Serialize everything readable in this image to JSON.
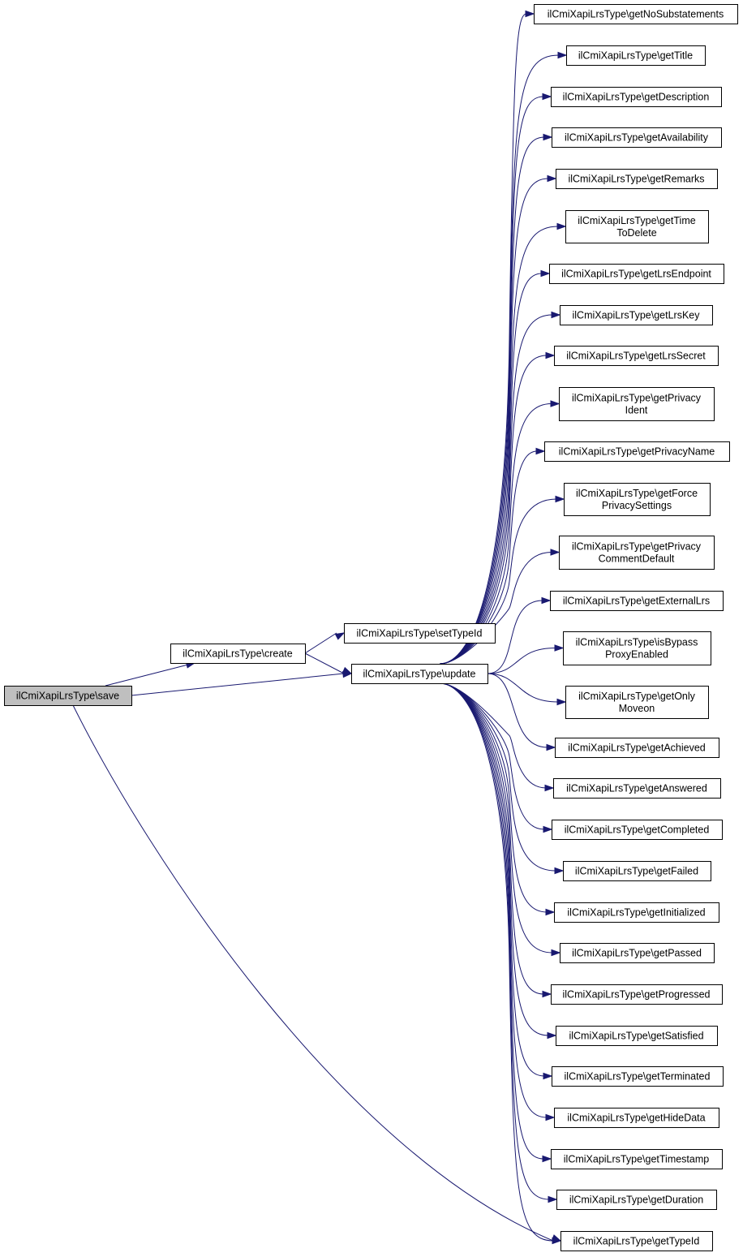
{
  "nodes": [
    {
      "id": "save",
      "lines": [
        "ilCmiXapiLrsType\\save"
      ],
      "highlight": true
    },
    {
      "id": "create",
      "lines": [
        "ilCmiXapiLrsType\\create"
      ]
    },
    {
      "id": "setTypeId",
      "lines": [
        "ilCmiXapiLrsType\\setTypeId"
      ]
    },
    {
      "id": "update",
      "lines": [
        "ilCmiXapiLrsType\\update"
      ]
    },
    {
      "id": "getNoSubstatements",
      "lines": [
        "ilCmiXapiLrsType\\getNoSubstatements"
      ]
    },
    {
      "id": "getTitle",
      "lines": [
        "ilCmiXapiLrsType\\getTitle"
      ]
    },
    {
      "id": "getDescription",
      "lines": [
        "ilCmiXapiLrsType\\getDescription"
      ]
    },
    {
      "id": "getAvailability",
      "lines": [
        "ilCmiXapiLrsType\\getAvailability"
      ]
    },
    {
      "id": "getRemarks",
      "lines": [
        "ilCmiXapiLrsType\\getRemarks"
      ]
    },
    {
      "id": "getTimeToDelete",
      "lines": [
        "ilCmiXapiLrsType\\getTime",
        "ToDelete"
      ]
    },
    {
      "id": "getLrsEndpoint",
      "lines": [
        "ilCmiXapiLrsType\\getLrsEndpoint"
      ]
    },
    {
      "id": "getLrsKey",
      "lines": [
        "ilCmiXapiLrsType\\getLrsKey"
      ]
    },
    {
      "id": "getLrsSecret",
      "lines": [
        "ilCmiXapiLrsType\\getLrsSecret"
      ]
    },
    {
      "id": "getPrivacyIdent",
      "lines": [
        "ilCmiXapiLrsType\\getPrivacy",
        "Ident"
      ]
    },
    {
      "id": "getPrivacyName",
      "lines": [
        "ilCmiXapiLrsType\\getPrivacyName"
      ]
    },
    {
      "id": "getForcePrivacySettings",
      "lines": [
        "ilCmiXapiLrsType\\getForce",
        "PrivacySettings"
      ]
    },
    {
      "id": "getPrivacyCommentDefault",
      "lines": [
        "ilCmiXapiLrsType\\getPrivacy",
        "CommentDefault"
      ]
    },
    {
      "id": "getExternalLrs",
      "lines": [
        "ilCmiXapiLrsType\\getExternalLrs"
      ]
    },
    {
      "id": "isBypassProxyEnabled",
      "lines": [
        "ilCmiXapiLrsType\\isBypass",
        "ProxyEnabled"
      ]
    },
    {
      "id": "getOnlyMoveon",
      "lines": [
        "ilCmiXapiLrsType\\getOnly",
        "Moveon"
      ]
    },
    {
      "id": "getAchieved",
      "lines": [
        "ilCmiXapiLrsType\\getAchieved"
      ]
    },
    {
      "id": "getAnswered",
      "lines": [
        "ilCmiXapiLrsType\\getAnswered"
      ]
    },
    {
      "id": "getCompleted",
      "lines": [
        "ilCmiXapiLrsType\\getCompleted"
      ]
    },
    {
      "id": "getFailed",
      "lines": [
        "ilCmiXapiLrsType\\getFailed"
      ]
    },
    {
      "id": "getInitialized",
      "lines": [
        "ilCmiXapiLrsType\\getInitialized"
      ]
    },
    {
      "id": "getPassed",
      "lines": [
        "ilCmiXapiLrsType\\getPassed"
      ]
    },
    {
      "id": "getProgressed",
      "lines": [
        "ilCmiXapiLrsType\\getProgressed"
      ]
    },
    {
      "id": "getSatisfied",
      "lines": [
        "ilCmiXapiLrsType\\getSatisfied"
      ]
    },
    {
      "id": "getTerminated",
      "lines": [
        "ilCmiXapiLrsType\\getTerminated"
      ]
    },
    {
      "id": "getHideData",
      "lines": [
        "ilCmiXapiLrsType\\getHideData"
      ]
    },
    {
      "id": "getTimestamp",
      "lines": [
        "ilCmiXapiLrsType\\getTimestamp"
      ]
    },
    {
      "id": "getDuration",
      "lines": [
        "ilCmiXapiLrsType\\getDuration"
      ]
    },
    {
      "id": "getTypeId",
      "lines": [
        "ilCmiXapiLrsType\\getTypeId"
      ]
    }
  ],
  "edges": [
    [
      "save",
      "create"
    ],
    [
      "save",
      "update"
    ],
    [
      "save",
      "getTypeId"
    ],
    [
      "create",
      "setTypeId"
    ],
    [
      "create",
      "update"
    ],
    [
      "update",
      "getNoSubstatements"
    ],
    [
      "update",
      "getTitle"
    ],
    [
      "update",
      "getDescription"
    ],
    [
      "update",
      "getAvailability"
    ],
    [
      "update",
      "getRemarks"
    ],
    [
      "update",
      "getTimeToDelete"
    ],
    [
      "update",
      "getLrsEndpoint"
    ],
    [
      "update",
      "getLrsKey"
    ],
    [
      "update",
      "getLrsSecret"
    ],
    [
      "update",
      "getPrivacyIdent"
    ],
    [
      "update",
      "getPrivacyName"
    ],
    [
      "update",
      "getForcePrivacySettings"
    ],
    [
      "update",
      "getPrivacyCommentDefault"
    ],
    [
      "update",
      "getExternalLrs"
    ],
    [
      "update",
      "isBypassProxyEnabled"
    ],
    [
      "update",
      "getOnlyMoveon"
    ],
    [
      "update",
      "getAchieved"
    ],
    [
      "update",
      "getAnswered"
    ],
    [
      "update",
      "getCompleted"
    ],
    [
      "update",
      "getFailed"
    ],
    [
      "update",
      "getInitialized"
    ],
    [
      "update",
      "getPassed"
    ],
    [
      "update",
      "getProgressed"
    ],
    [
      "update",
      "getSatisfied"
    ],
    [
      "update",
      "getTerminated"
    ],
    [
      "update",
      "getHideData"
    ],
    [
      "update",
      "getTimestamp"
    ],
    [
      "update",
      "getDuration"
    ],
    [
      "update",
      "getTypeId"
    ]
  ],
  "colors": {
    "edge": "#191970",
    "highlight_fill": "#bfbfbf",
    "node_fill": "#ffffff",
    "border": "#000000"
  }
}
